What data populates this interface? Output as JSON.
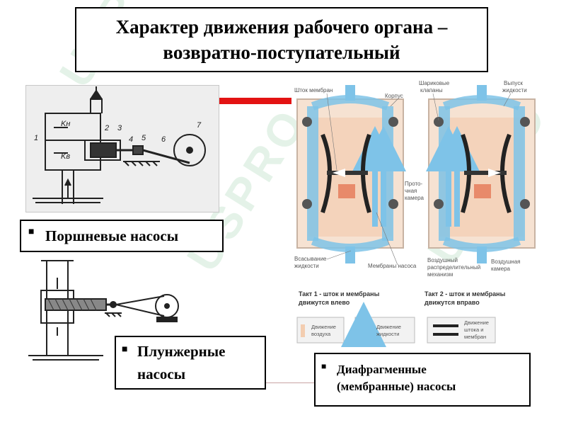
{
  "title": {
    "line1": "Характер движения рабочего органа –",
    "line2": "возвратно-поступательный"
  },
  "pumps": {
    "piston": "Поршневые насосы",
    "plunger_line1": "Плунжерные",
    "plunger_line2": "насосы",
    "diaphragm_line1": "Диафрагменные",
    "diaphragm_line2": "(мембранные) насосы"
  },
  "piston_diagram": {
    "labels": [
      "1",
      "2",
      "3",
      "4",
      "5",
      "6",
      "7",
      "Kн",
      "Kв"
    ]
  },
  "diaphragm_diagram": {
    "callouts": {
      "rod": "Шток мембран",
      "body": "Корпус",
      "ball_valves_1": "Шариковые",
      "ball_valves_2": "клапаны",
      "outlet_1": "Выпуск",
      "outlet_2": "жидкости",
      "flow_1": "Прото-",
      "flow_2": "чная",
      "flow_3": "камера",
      "suction_1": "Всасывание",
      "suction_2": "жидкости",
      "membranes": "Мембраны насоса",
      "air_1": "Воздушный",
      "air_2": "распределительный",
      "air_3": "механизм",
      "air_chamber_1": "Воздушная",
      "air_chamber_2": "камера"
    },
    "stroke1_line1": "Такт 1 - шток и мембраны",
    "stroke1_line2": "движутся влево",
    "stroke2_line1": "Такт 2 - шток и мембраны",
    "stroke2_line2": "движутся вправо",
    "legend": {
      "air_1": "Движение",
      "air_2": "воздуха",
      "liquid_1": "Движение",
      "liquid_2": "жидкости",
      "rod_1": "Движение",
      "rod_2": "штока и",
      "rod_3": "мембран"
    }
  },
  "watermark": "USPRO",
  "colors": {
    "accent_red": "#e31313",
    "liquid_blue": "#7ec3e8",
    "air_pink": "#f3cdb0",
    "membrane_dark": "#222222"
  }
}
